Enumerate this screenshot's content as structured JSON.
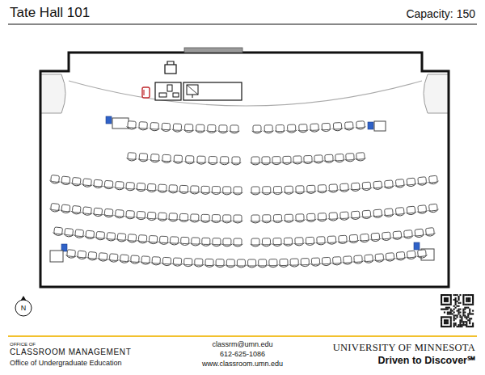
{
  "diagram": {
    "title": "Tate Hall 101",
    "labels": [
      "Capacity: 150",
      "N",
      "OFFICE OF",
      "CLASSROOM MANAGEMENT",
      "Office of Undergraduate Education",
      "classrm@umn.edu",
      "612-625-1086",
      "www.classroom.umn.edu",
      "UNIVERSITY OF MINNESOTA",
      "Driven to Discover℠"
    ]
  }
}
